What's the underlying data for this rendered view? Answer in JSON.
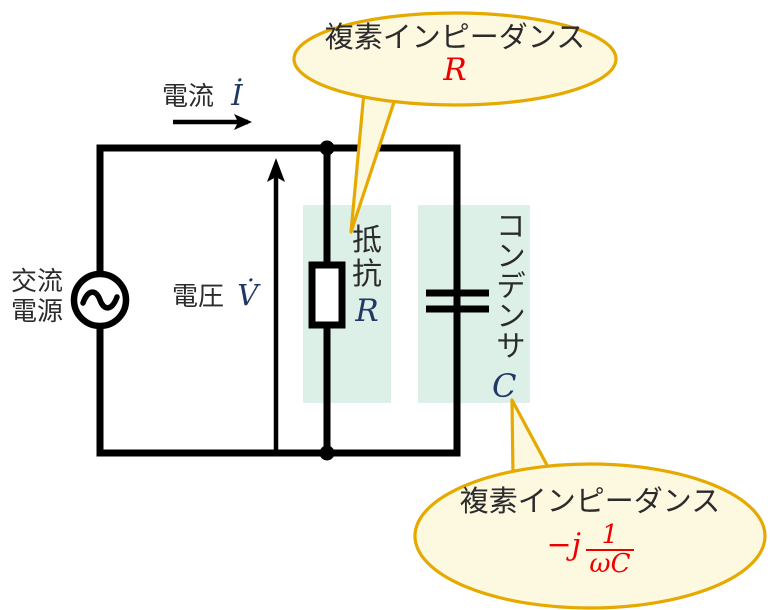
{
  "diagram": {
    "title": "RC parallel circuit with complex impedance callouts",
    "colors": {
      "wire": "#000000",
      "highlight_band": "#ddf0e8",
      "callout_fill": "#fdf8e0",
      "callout_border": "#e5a900",
      "accent_red": "#ee0000",
      "text": "#2b2b2b",
      "background": "#ffffff"
    }
  },
  "source": {
    "label_line1": "交流",
    "label_line2": "電源",
    "symbol": "ac-source-sine"
  },
  "current": {
    "label": "電流",
    "symbol": "İ",
    "arrow": "arrow-right"
  },
  "voltage": {
    "label": "電圧",
    "symbol": "V̇",
    "arrow": "arrow-up"
  },
  "resistor": {
    "label_line1": "抵",
    "label_line2": "抗",
    "symbol": "R",
    "component": "resistor-box"
  },
  "capacitor": {
    "label": "コンデンサ",
    "symbol": "C",
    "component": "capacitor-plates"
  },
  "callout_top": {
    "title": "複素インピーダンス",
    "value": "R"
  },
  "callout_bottom": {
    "title": "複素インピーダンス",
    "value_prefix": "−j",
    "numerator": "1",
    "denominator": "ωC"
  }
}
